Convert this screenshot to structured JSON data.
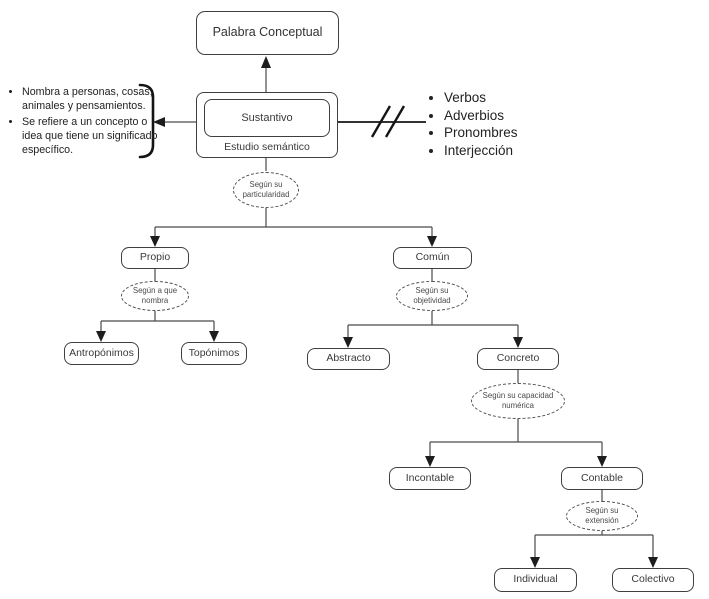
{
  "diagram": {
    "root": {
      "label": "Palabra Conceptual"
    },
    "sustantivo": {
      "label": "Sustantivo",
      "sublabel": "Estudio semántico"
    },
    "notes": {
      "items": [
        "Nombra a personas, cosas, animales y pensamientos.",
        "Se refiere a un concepto o idea que tiene un significado específico."
      ]
    },
    "excluded": {
      "items": [
        "Verbos",
        "Adverbios",
        "Pronombres",
        "Interjección"
      ]
    },
    "criteria": {
      "particularidad": "Según su particularidad",
      "nombra": "Según a que nombra",
      "objetividad": "Según su objetividad",
      "capacidad": "Según su capacidad numérica",
      "extension": "Según su extensión"
    },
    "nodes": {
      "propio": "Propio",
      "comun": "Común",
      "antroponimos": "Antropónimos",
      "toponimos": "Topónimos",
      "abstracto": "Abstracto",
      "concreto": "Concreto",
      "incontable": "Incontable",
      "contable": "Contable",
      "individual": "Individual",
      "colectivo": "Colectivo"
    },
    "colors": {
      "box_stroke": "#3f3f3f",
      "connector": "#4a4a4a",
      "ink": "#141414",
      "background": "#ffffff"
    }
  }
}
